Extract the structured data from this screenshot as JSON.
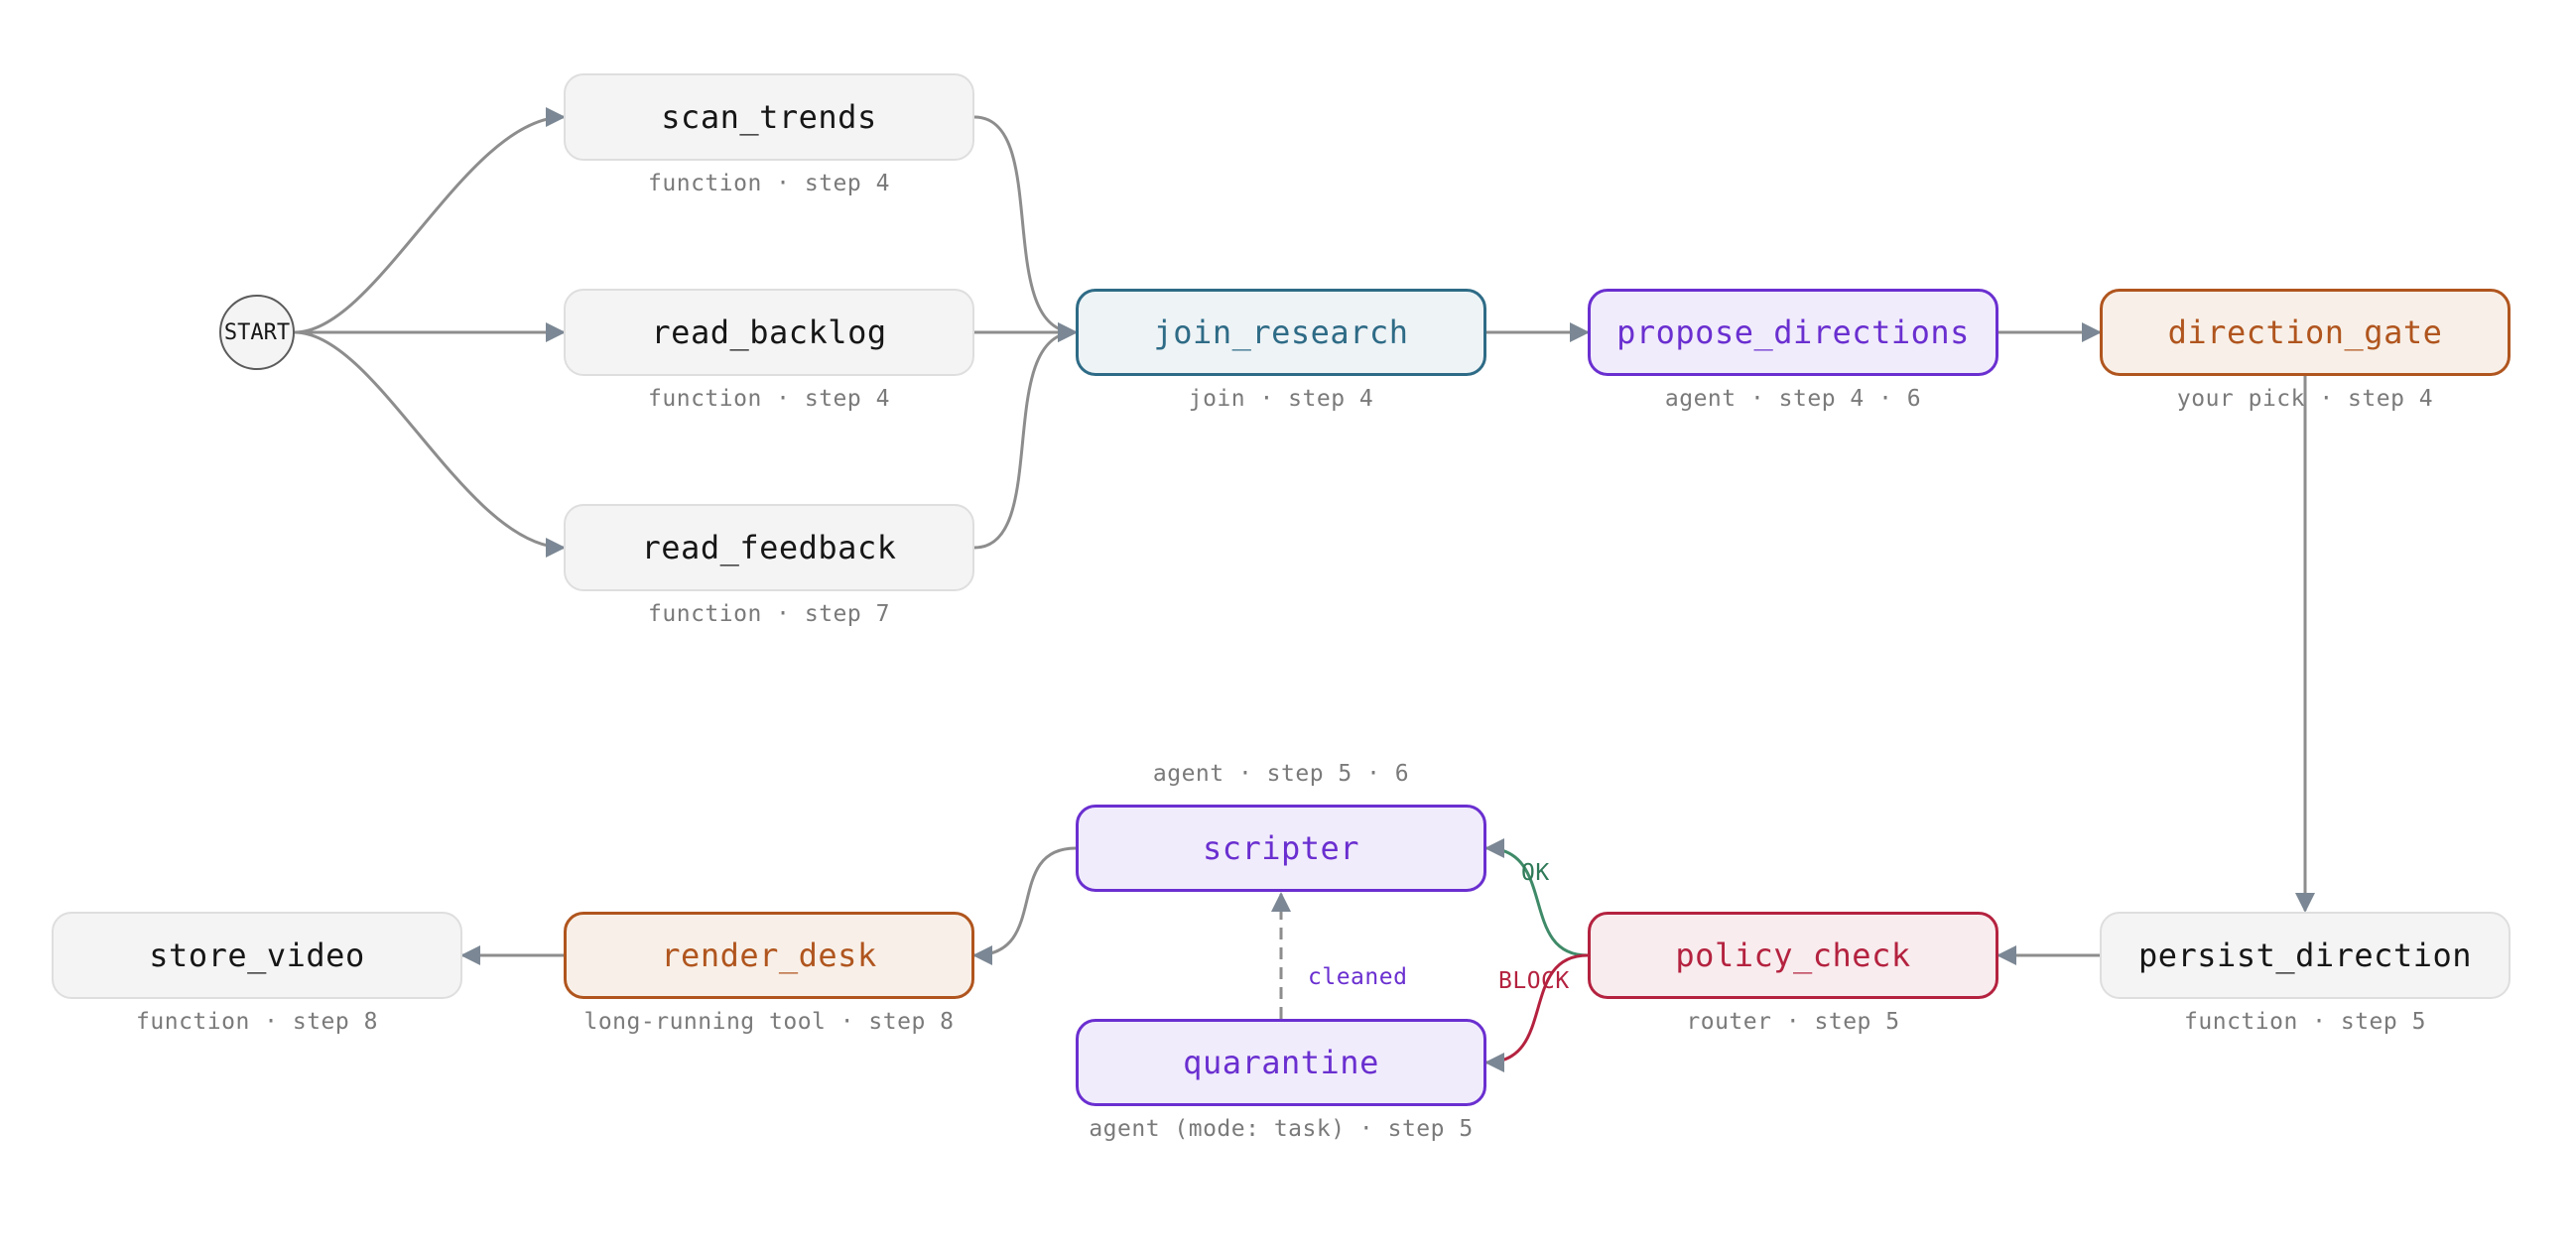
{
  "start": {
    "label": "START"
  },
  "nodes": {
    "scan_trends": {
      "label": "scan_trends",
      "sub": "function · step 4"
    },
    "read_backlog": {
      "label": "read_backlog",
      "sub": "function · step 4"
    },
    "read_feedback": {
      "label": "read_feedback",
      "sub": "function · step 7"
    },
    "join_research": {
      "label": "join_research",
      "sub": "join · step 4"
    },
    "propose_directions": {
      "label": "propose_directions",
      "sub": "agent · step 4 · 6"
    },
    "direction_gate": {
      "label": "direction_gate",
      "sub": "your pick · step 4"
    },
    "persist_direction": {
      "label": "persist_direction",
      "sub": "function · step 5"
    },
    "policy_check": {
      "label": "policy_check",
      "sub": "router · step 5"
    },
    "scripter": {
      "label": "scripter",
      "sub": "agent · step 5 · 6"
    },
    "quarantine": {
      "label": "quarantine",
      "sub": "agent (mode: task) · step 5"
    },
    "render_desk": {
      "label": "render_desk",
      "sub": "long-running tool · step 8"
    },
    "store_video": {
      "label": "store_video",
      "sub": "function · step 8"
    }
  },
  "edge_labels": {
    "ok": "OK",
    "block": "BLOCK",
    "cleaned": "cleaned"
  },
  "colors": {
    "edge": "#8d8d8d",
    "arrow": "#7b8794",
    "ok_edge": "#3f8a68",
    "block_edge": "#b4223f"
  }
}
